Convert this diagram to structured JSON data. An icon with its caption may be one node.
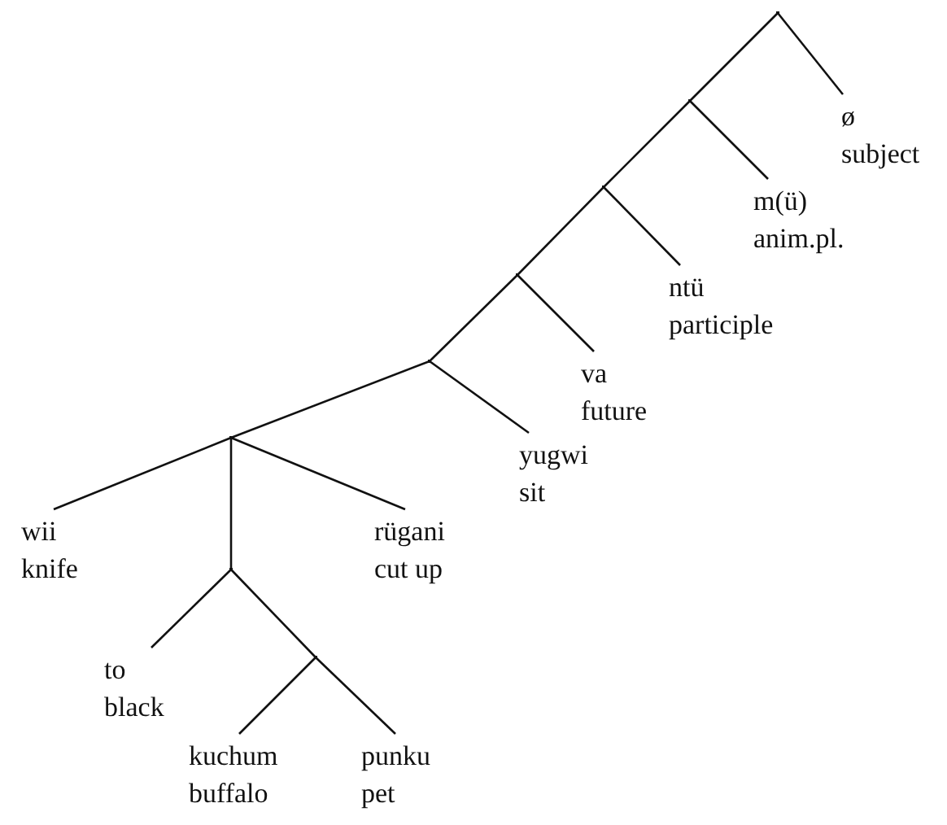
{
  "diagram": {
    "nodes": [
      {
        "text": [],
        "shape": "point"
      },
      {
        "text": [
          "ø",
          "subject"
        ]
      },
      {
        "text": [],
        "shape": "point"
      },
      {
        "text": [
          "m(ü)",
          "anim.pl."
        ]
      },
      {
        "text": [],
        "shape": "point"
      },
      {
        "text": [
          "ntü",
          "participle"
        ]
      },
      {
        "text": [],
        "shape": "point"
      },
      {
        "text": [
          "va",
          "future"
        ]
      },
      {
        "text": [],
        "shape": "point"
      },
      {
        "text": [
          "yugwi",
          "sit"
        ]
      },
      {
        "text": [],
        "shape": "point"
      },
      {
        "text": [
          "wii",
          "knife"
        ]
      },
      {
        "text": [
          "rügani",
          "cut up"
        ]
      },
      {
        "text": [],
        "shape": "point"
      },
      {
        "text": [
          "to",
          "black"
        ]
      },
      {
        "text": [],
        "shape": "point"
      },
      {
        "text": [
          "kuchum",
          "buffalo"
        ]
      },
      {
        "text": [
          "punku",
          "pet"
        ]
      }
    ],
    "edges": [
      {
        "from": 0,
        "to": 1,
        "arrow": "none"
      },
      {
        "from": 0,
        "to": 2,
        "arrow": "none"
      },
      {
        "from": 2,
        "to": 3,
        "arrow": "none"
      },
      {
        "from": 2,
        "to": 4,
        "arrow": "none"
      },
      {
        "from": 4,
        "to": 5,
        "arrow": "none"
      },
      {
        "from": 4,
        "to": 6,
        "arrow": "none"
      },
      {
        "from": 6,
        "to": 7,
        "arrow": "none"
      },
      {
        "from": 6,
        "to": 8,
        "arrow": "none"
      },
      {
        "from": 8,
        "to": 9,
        "arrow": "none"
      },
      {
        "from": 8,
        "to": 10,
        "arrow": "none"
      },
      {
        "from": 10,
        "to": 11,
        "arrow": "none"
      },
      {
        "from": 10,
        "to": 13,
        "arrow": "none"
      },
      {
        "from": 10,
        "to": 12,
        "arrow": "none"
      },
      {
        "from": 13,
        "to": 14,
        "arrow": "none"
      },
      {
        "from": 13,
        "to": 15,
        "arrow": "none"
      },
      {
        "from": 15,
        "to": 16,
        "arrow": "none"
      },
      {
        "from": 15,
        "to": 17,
        "arrow": "none"
      }
    ]
  }
}
